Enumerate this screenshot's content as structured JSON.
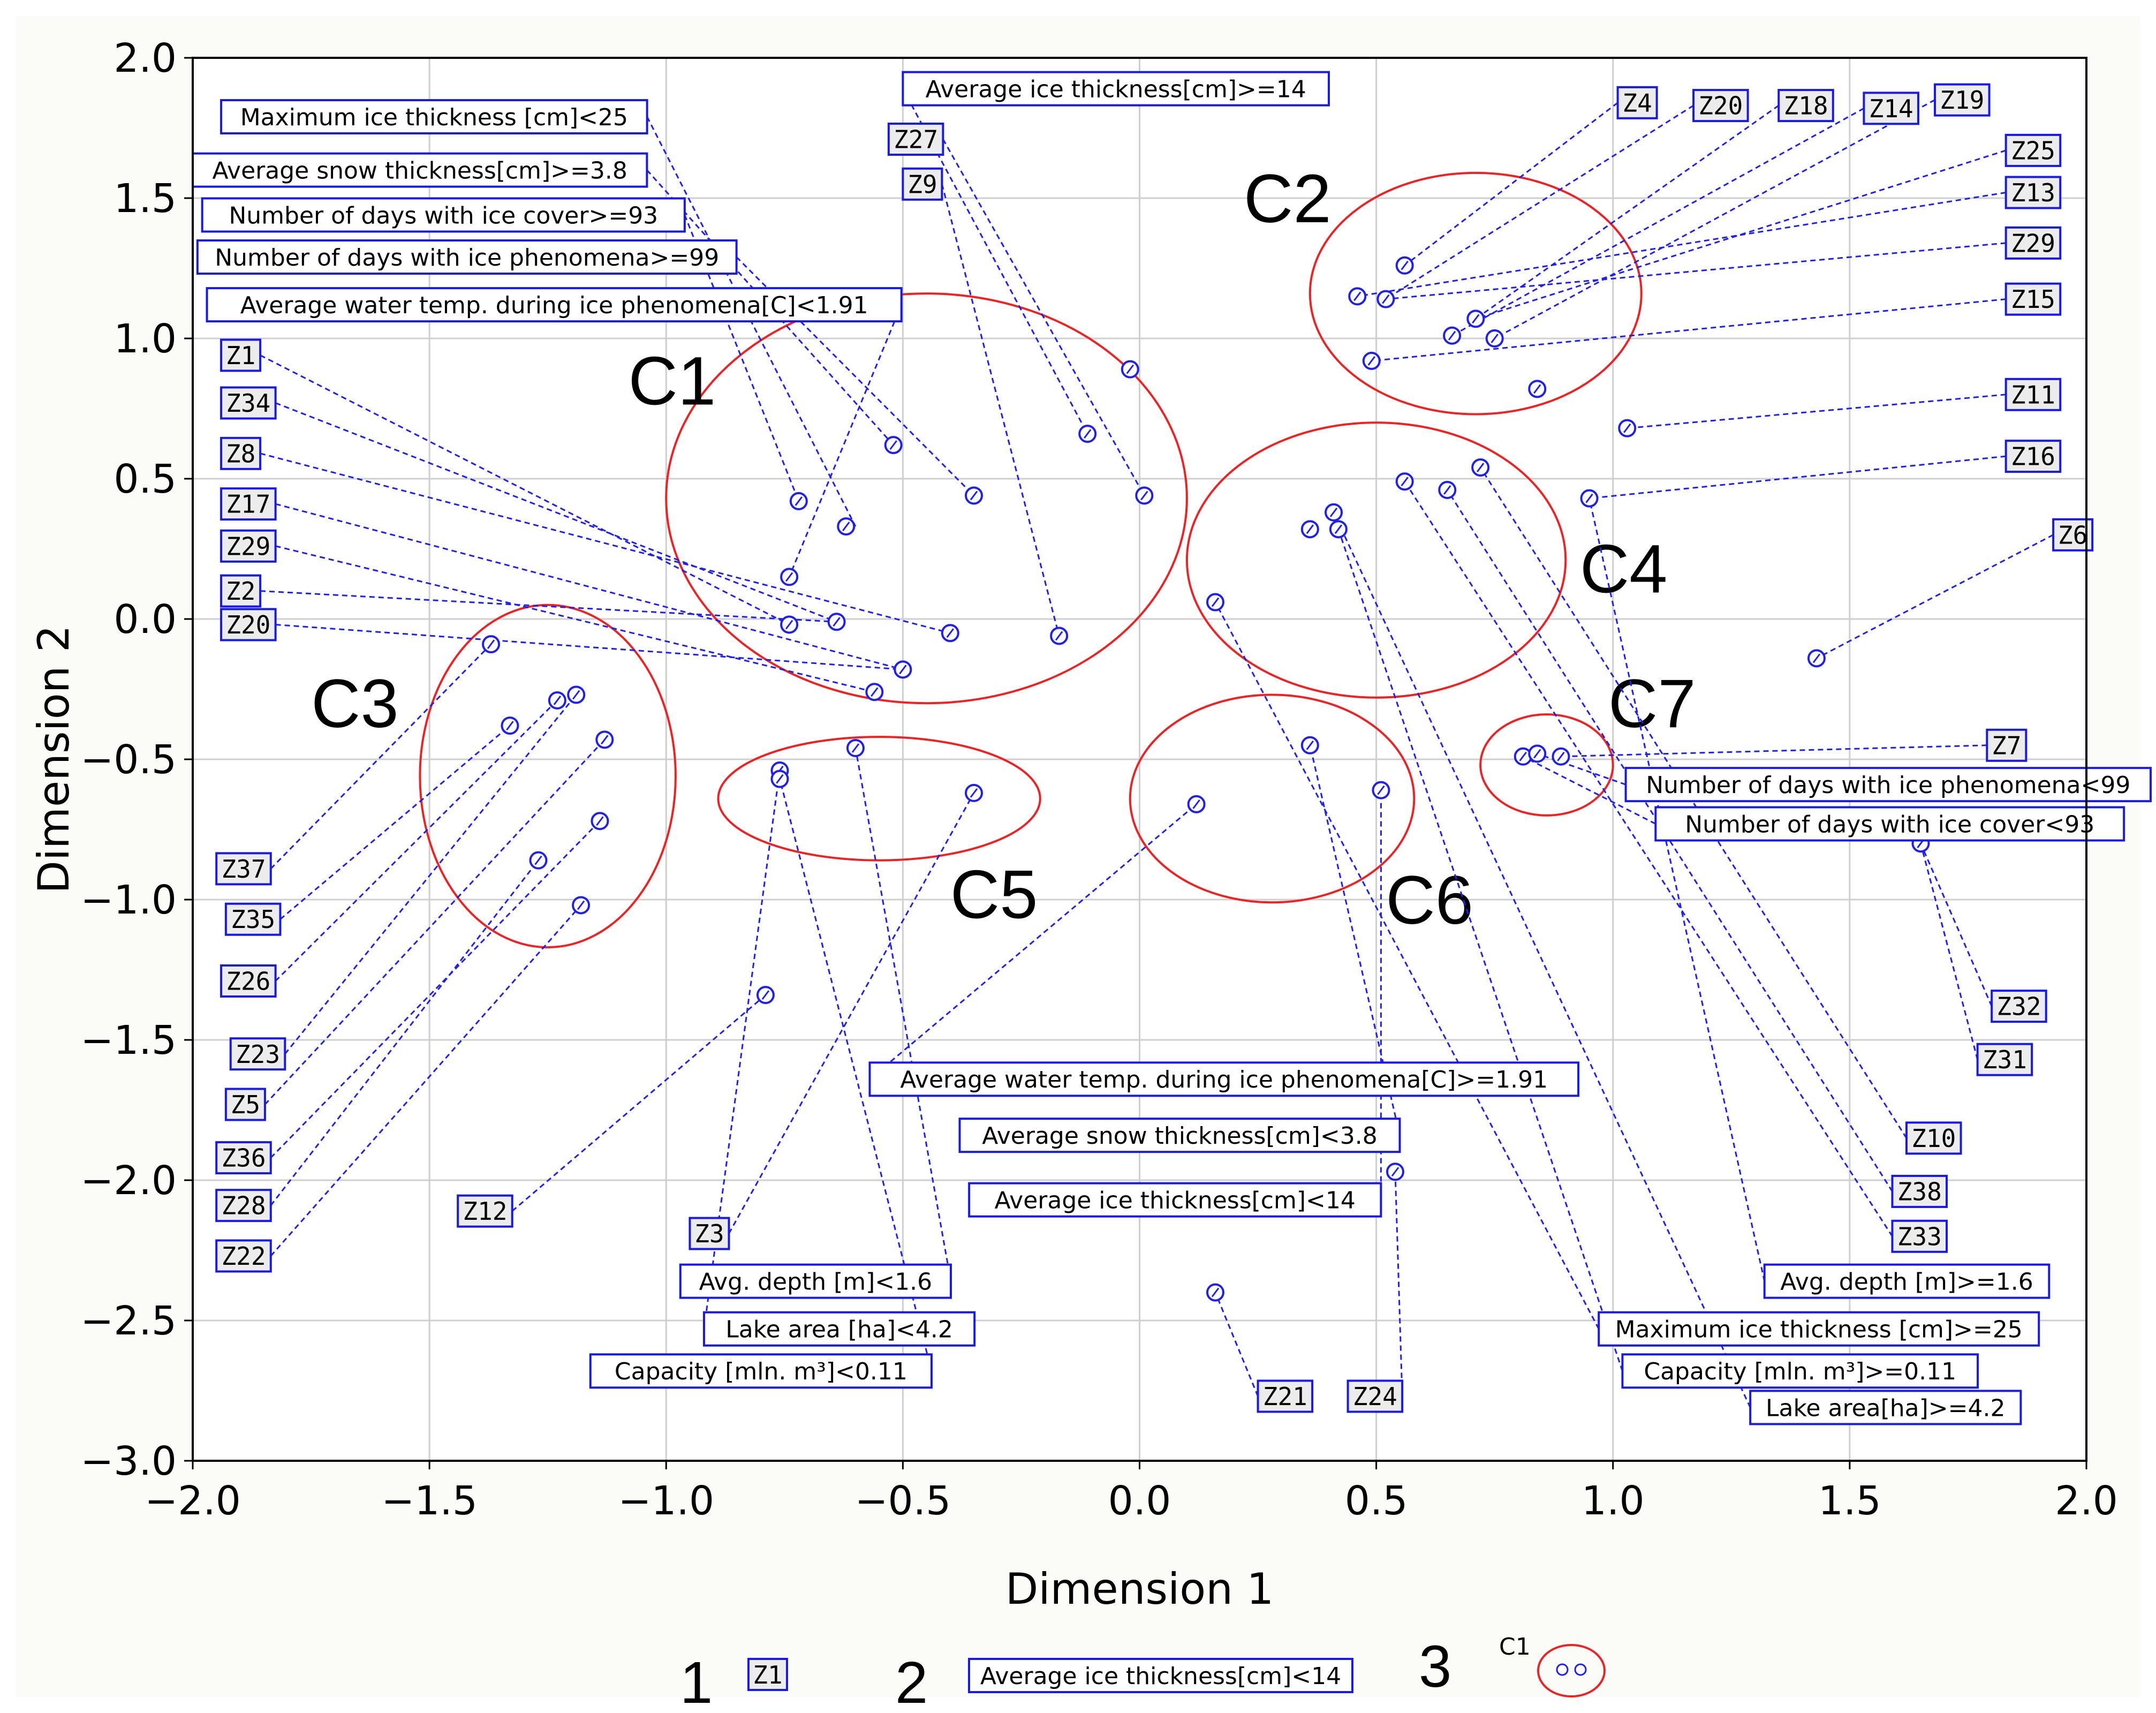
{
  "chart_data": {
    "type": "scatter",
    "xlabel": "Dimension 1",
    "ylabel": "Dimension 2",
    "xlim": [
      -2.0,
      2.0
    ],
    "ylim": [
      -3.0,
      2.0
    ],
    "xticks": [
      "-2.0",
      "-1.5",
      "-1.0",
      "-0.5",
      "0.0",
      "0.5",
      "1.0",
      "1.5",
      "2.0"
    ],
    "yticks": [
      "2.0",
      "1.5",
      "1.0",
      "0.5",
      "0.0",
      "-0.5",
      "-1.0",
      "-1.5",
      "-2.0",
      "-2.5",
      "-3.0"
    ],
    "grid": true,
    "points": [
      {
        "x": -0.72,
        "y": 0.42
      },
      {
        "x": -0.62,
        "y": 0.33
      },
      {
        "x": -0.52,
        "y": 0.62
      },
      {
        "x": -0.35,
        "y": 0.44
      },
      {
        "x": -0.11,
        "y": 0.66
      },
      {
        "x": -0.02,
        "y": 0.89
      },
      {
        "x": 0.01,
        "y": 0.44
      },
      {
        "x": -0.74,
        "y": 0.15
      },
      {
        "x": -0.74,
        "y": -0.02
      },
      {
        "x": -0.64,
        "y": -0.01
      },
      {
        "x": -0.4,
        "y": -0.05
      },
      {
        "x": -0.5,
        "y": -0.18
      },
      {
        "x": -0.56,
        "y": -0.26
      },
      {
        "x": -0.17,
        "y": -0.06
      },
      {
        "x": 0.46,
        "y": 1.15
      },
      {
        "x": 0.52,
        "y": 1.14
      },
      {
        "x": 0.56,
        "y": 1.26
      },
      {
        "x": 0.66,
        "y": 1.01
      },
      {
        "x": 0.71,
        "y": 1.07
      },
      {
        "x": 0.75,
        "y": 1.0
      },
      {
        "x": 0.49,
        "y": 0.92
      },
      {
        "x": 0.84,
        "y": 0.82
      },
      {
        "x": -1.37,
        "y": -0.09
      },
      {
        "x": -1.33,
        "y": -0.38
      },
      {
        "x": -1.23,
        "y": -0.29
      },
      {
        "x": -1.19,
        "y": -0.27
      },
      {
        "x": -1.13,
        "y": -0.43
      },
      {
        "x": -1.14,
        "y": -0.72
      },
      {
        "x": -1.27,
        "y": -0.86
      },
      {
        "x": -1.18,
        "y": -1.02
      },
      {
        "x": 0.16,
        "y": 0.06
      },
      {
        "x": 0.36,
        "y": 0.32
      },
      {
        "x": 0.41,
        "y": 0.38
      },
      {
        "x": 0.42,
        "y": 0.32
      },
      {
        "x": 0.56,
        "y": 0.49
      },
      {
        "x": 0.65,
        "y": 0.46
      },
      {
        "x": 0.72,
        "y": 0.54
      },
      {
        "x": 0.95,
        "y": 0.43
      },
      {
        "x": -0.76,
        "y": -0.54
      },
      {
        "x": -0.76,
        "y": -0.57
      },
      {
        "x": -0.6,
        "y": -0.46
      },
      {
        "x": -0.35,
        "y": -0.62
      },
      {
        "x": 0.12,
        "y": -0.66
      },
      {
        "x": 0.36,
        "y": -0.45
      },
      {
        "x": 0.51,
        "y": -0.61
      },
      {
        "x": 0.81,
        "y": -0.49
      },
      {
        "x": 0.84,
        "y": -0.48
      },
      {
        "x": 0.89,
        "y": -0.49
      },
      {
        "x": 1.03,
        "y": 0.68
      },
      {
        "x": 1.43,
        "y": -0.14
      },
      {
        "x": 1.65,
        "y": -0.8
      },
      {
        "x": -0.79,
        "y": -1.34
      },
      {
        "x": 0.54,
        "y": -1.97
      },
      {
        "x": 0.16,
        "y": -2.4
      }
    ],
    "clusters": [
      {
        "name": "C1",
        "cx": -0.45,
        "cy": 0.43,
        "rx": 0.55,
        "ry": 0.73,
        "lx": -1.08,
        "ly": 0.85
      },
      {
        "name": "C2",
        "cx": 0.71,
        "cy": 1.16,
        "rx": 0.35,
        "ry": 0.43,
        "lx": 0.22,
        "ly": 1.5
      },
      {
        "name": "C3",
        "cx": -1.25,
        "cy": -0.56,
        "rx": 0.27,
        "ry": 0.61,
        "lx": -1.75,
        "ly": -0.3
      },
      {
        "name": "C4",
        "cx": 0.5,
        "cy": 0.21,
        "rx": 0.4,
        "ry": 0.49,
        "lx": 0.93,
        "ly": 0.18
      },
      {
        "name": "C5",
        "cx": -0.55,
        "cy": -0.64,
        "rx": 0.34,
        "ry": 0.22,
        "lx": -0.4,
        "ly": -0.98
      },
      {
        "name": "C6",
        "cx": 0.28,
        "cy": -0.64,
        "rx": 0.3,
        "ry": 0.37,
        "lx": 0.52,
        "ly": -1.0
      },
      {
        "name": "C7",
        "cx": 0.86,
        "cy": -0.52,
        "rx": 0.14,
        "ry": 0.18,
        "lx": 0.99,
        "ly": -0.3
      }
    ],
    "labels": [
      {
        "text": "Maximum ice thickness [cm]<25",
        "x": -1.94,
        "y": 1.79,
        "to": [
          -0.6,
          0.33
        ]
      },
      {
        "text": "Average snow thickness[cm]>=3.8",
        "x": -2.0,
        "y": 1.6,
        "to": [
          -0.52,
          0.62
        ]
      },
      {
        "text": "Number of days with ice cover>=93",
        "x": -1.98,
        "y": 1.44,
        "to": [
          -0.72,
          0.42
        ]
      },
      {
        "text": "Number of days with ice phenomena>=99",
        "x": -1.99,
        "y": 1.29,
        "to": [
          -0.35,
          0.44
        ]
      },
      {
        "text": "Average water temp. during ice phenomena[C]<1.91",
        "x": -1.97,
        "y": 1.12,
        "to": [
          -0.74,
          0.15
        ]
      },
      {
        "text": "Average ice thickness[cm]>=14",
        "x": -0.5,
        "y": 1.89,
        "to": [
          -0.11,
          0.66
        ]
      },
      {
        "text": "Z27",
        "x": -0.53,
        "y": 1.71,
        "to": [
          0.01,
          0.44
        ]
      },
      {
        "text": "Z9",
        "x": -0.5,
        "y": 1.55,
        "to": [
          -0.17,
          -0.06
        ]
      },
      {
        "text": "Z1",
        "x": -1.94,
        "y": 0.94,
        "to": [
          -0.74,
          -0.02
        ]
      },
      {
        "text": "Z34",
        "x": -1.94,
        "y": 0.77,
        "to": [
          -0.64,
          -0.01
        ]
      },
      {
        "text": "Z8",
        "x": -1.94,
        "y": 0.59,
        "to": [
          -0.4,
          -0.05
        ]
      },
      {
        "text": "Z17",
        "x": -1.94,
        "y": 0.41,
        "to": [
          -0.5,
          -0.18
        ]
      },
      {
        "text": "Z29",
        "x": -1.94,
        "y": 0.26,
        "to": [
          -0.56,
          -0.26
        ]
      },
      {
        "text": "Z2",
        "x": -1.94,
        "y": 0.1,
        "to": [
          -0.64,
          -0.01
        ]
      },
      {
        "text": "Z20",
        "x": -1.94,
        "y": -0.02,
        "to": [
          -0.5,
          -0.18
        ]
      },
      {
        "text": "Z4",
        "x": 1.01,
        "y": 1.84,
        "to": [
          0.56,
          1.26
        ]
      },
      {
        "text": "Z20",
        "x": 1.17,
        "y": 1.83,
        "to": [
          0.52,
          1.14
        ]
      },
      {
        "text": "Z18",
        "x": 1.35,
        "y": 1.83,
        "to": [
          0.71,
          1.07
        ]
      },
      {
        "text": "Z14",
        "x": 1.53,
        "y": 1.82,
        "to": [
          0.66,
          1.01
        ]
      },
      {
        "text": "Z19",
        "x": 1.68,
        "y": 1.85,
        "to": [
          0.75,
          1.0
        ]
      },
      {
        "text": "Z25",
        "x": 1.83,
        "y": 1.67,
        "to": [
          0.71,
          1.07
        ]
      },
      {
        "text": "Z13",
        "x": 1.83,
        "y": 1.52,
        "to": [
          0.46,
          1.15
        ]
      },
      {
        "text": "Z29",
        "x": 1.83,
        "y": 1.34,
        "to": [
          0.52,
          1.14
        ]
      },
      {
        "text": "Z15",
        "x": 1.83,
        "y": 1.14,
        "to": [
          0.49,
          0.92
        ]
      },
      {
        "text": "Z11",
        "x": 1.83,
        "y": 0.8,
        "to": [
          1.03,
          0.68
        ]
      },
      {
        "text": "Z16",
        "x": 1.83,
        "y": 0.58,
        "to": [
          0.95,
          0.43
        ]
      },
      {
        "text": "Z6",
        "x": 1.93,
        "y": 0.3,
        "to": [
          1.43,
          -0.14
        ]
      },
      {
        "text": "Z7",
        "x": 1.79,
        "y": -0.45,
        "to": [
          0.89,
          -0.49
        ]
      },
      {
        "text": "Number of days with ice phenomena<99",
        "x": 1.05,
        "y": -0.59,
        "to": [
          0.84,
          -0.48
        ]
      },
      {
        "text": "Number of days with ice cover<93",
        "x": 1.09,
        "y": -0.73,
        "to": [
          0.81,
          -0.49
        ]
      },
      {
        "text": "Z37",
        "x": -1.95,
        "y": -0.89,
        "to": [
          -1.37,
          -0.09
        ]
      },
      {
        "text": "Z35",
        "x": -1.93,
        "y": -1.07,
        "to": [
          -1.33,
          -0.38
        ]
      },
      {
        "text": "Z26",
        "x": -1.94,
        "y": -1.29,
        "to": [
          -1.23,
          -0.29
        ]
      },
      {
        "text": "Z23",
        "x": -1.92,
        "y": -1.55,
        "to": [
          -1.19,
          -0.27
        ]
      },
      {
        "text": "Z5",
        "x": -1.93,
        "y": -1.73,
        "to": [
          -1.13,
          -0.43
        ]
      },
      {
        "text": "Z36",
        "x": -1.95,
        "y": -1.92,
        "to": [
          -1.14,
          -0.72
        ]
      },
      {
        "text": "Z28",
        "x": -1.95,
        "y": -2.09,
        "to": [
          -1.27,
          -0.86
        ]
      },
      {
        "text": "Z22",
        "x": -1.95,
        "y": -2.27,
        "to": [
          -1.18,
          -1.02
        ]
      },
      {
        "text": "Z12",
        "x": -1.44,
        "y": -2.11,
        "to": [
          -0.79,
          -1.34
        ]
      },
      {
        "text": "Z3",
        "x": -0.95,
        "y": -2.19,
        "to": [
          -0.35,
          -0.62
        ]
      },
      {
        "text": "Avg. depth [m]<1.6",
        "x": -0.97,
        "y": -2.36,
        "to": [
          -0.6,
          -0.46
        ]
      },
      {
        "text": "Lake area [ha]<4.2",
        "x": -0.92,
        "y": -2.53,
        "to": [
          -0.76,
          -0.54
        ]
      },
      {
        "text": "Capacity [mln. m³]<0.11",
        "x": -1.16,
        "y": -2.68,
        "to": [
          -0.76,
          -0.57
        ]
      },
      {
        "text": "Average water temp. during ice phenomena[C]>=1.91",
        "x": -0.57,
        "y": -1.64,
        "to": [
          0.12,
          -0.66
        ]
      },
      {
        "text": "Average snow thickness[cm]<3.8",
        "x": -0.38,
        "y": -1.84,
        "to": [
          0.36,
          -0.45
        ]
      },
      {
        "text": "Average ice thickness[cm]<14",
        "x": -0.36,
        "y": -2.07,
        "to": [
          0.51,
          -0.61
        ]
      },
      {
        "text": "Z21",
        "x": 0.25,
        "y": -2.77,
        "to": [
          0.16,
          -2.4
        ]
      },
      {
        "text": "Z24",
        "x": 0.44,
        "y": -2.77,
        "to": [
          0.54,
          -1.97
        ]
      },
      {
        "text": "Z32",
        "x": 1.8,
        "y": -1.38,
        "to": [
          1.65,
          -0.8
        ]
      },
      {
        "text": "Z31",
        "x": 1.77,
        "y": -1.57,
        "to": [
          1.65,
          -0.8
        ]
      },
      {
        "text": "Z10",
        "x": 1.62,
        "y": -1.85,
        "to": [
          0.72,
          0.54
        ]
      },
      {
        "text": "Z38",
        "x": 1.59,
        "y": -2.04,
        "to": [
          0.65,
          0.46
        ]
      },
      {
        "text": "Z33",
        "x": 1.59,
        "y": -2.2,
        "to": [
          0.56,
          0.49
        ]
      },
      {
        "text": "Avg. depth [m]>=1.6",
        "x": 1.32,
        "y": -2.36,
        "to": [
          0.95,
          0.43
        ]
      },
      {
        "text": "Maximum ice thickness [cm]>=25",
        "x": 0.97,
        "y": -2.53,
        "to": [
          0.16,
          0.06
        ]
      },
      {
        "text": "Capacity [mln. m³]>=0.11",
        "x": 1.02,
        "y": -2.68,
        "to": [
          0.42,
          0.32
        ]
      },
      {
        "text": "Lake area[ha]>=4.2",
        "x": 1.29,
        "y": -2.81,
        "to": [
          0.41,
          0.38
        ]
      }
    ],
    "legend": {
      "items": [
        {
          "number": "1",
          "sample": "Z1"
        },
        {
          "number": "2",
          "sample": "Average ice thickness[cm]<14"
        },
        {
          "number": "3",
          "sample": "C1"
        }
      ]
    },
    "colors": {
      "points": "#2020ee",
      "leaders": "#2020ee",
      "label_border": "#1a1ae6",
      "label_fill": "#ececec",
      "cluster": "#ee2222",
      "grid": "#cfcfcf"
    }
  }
}
